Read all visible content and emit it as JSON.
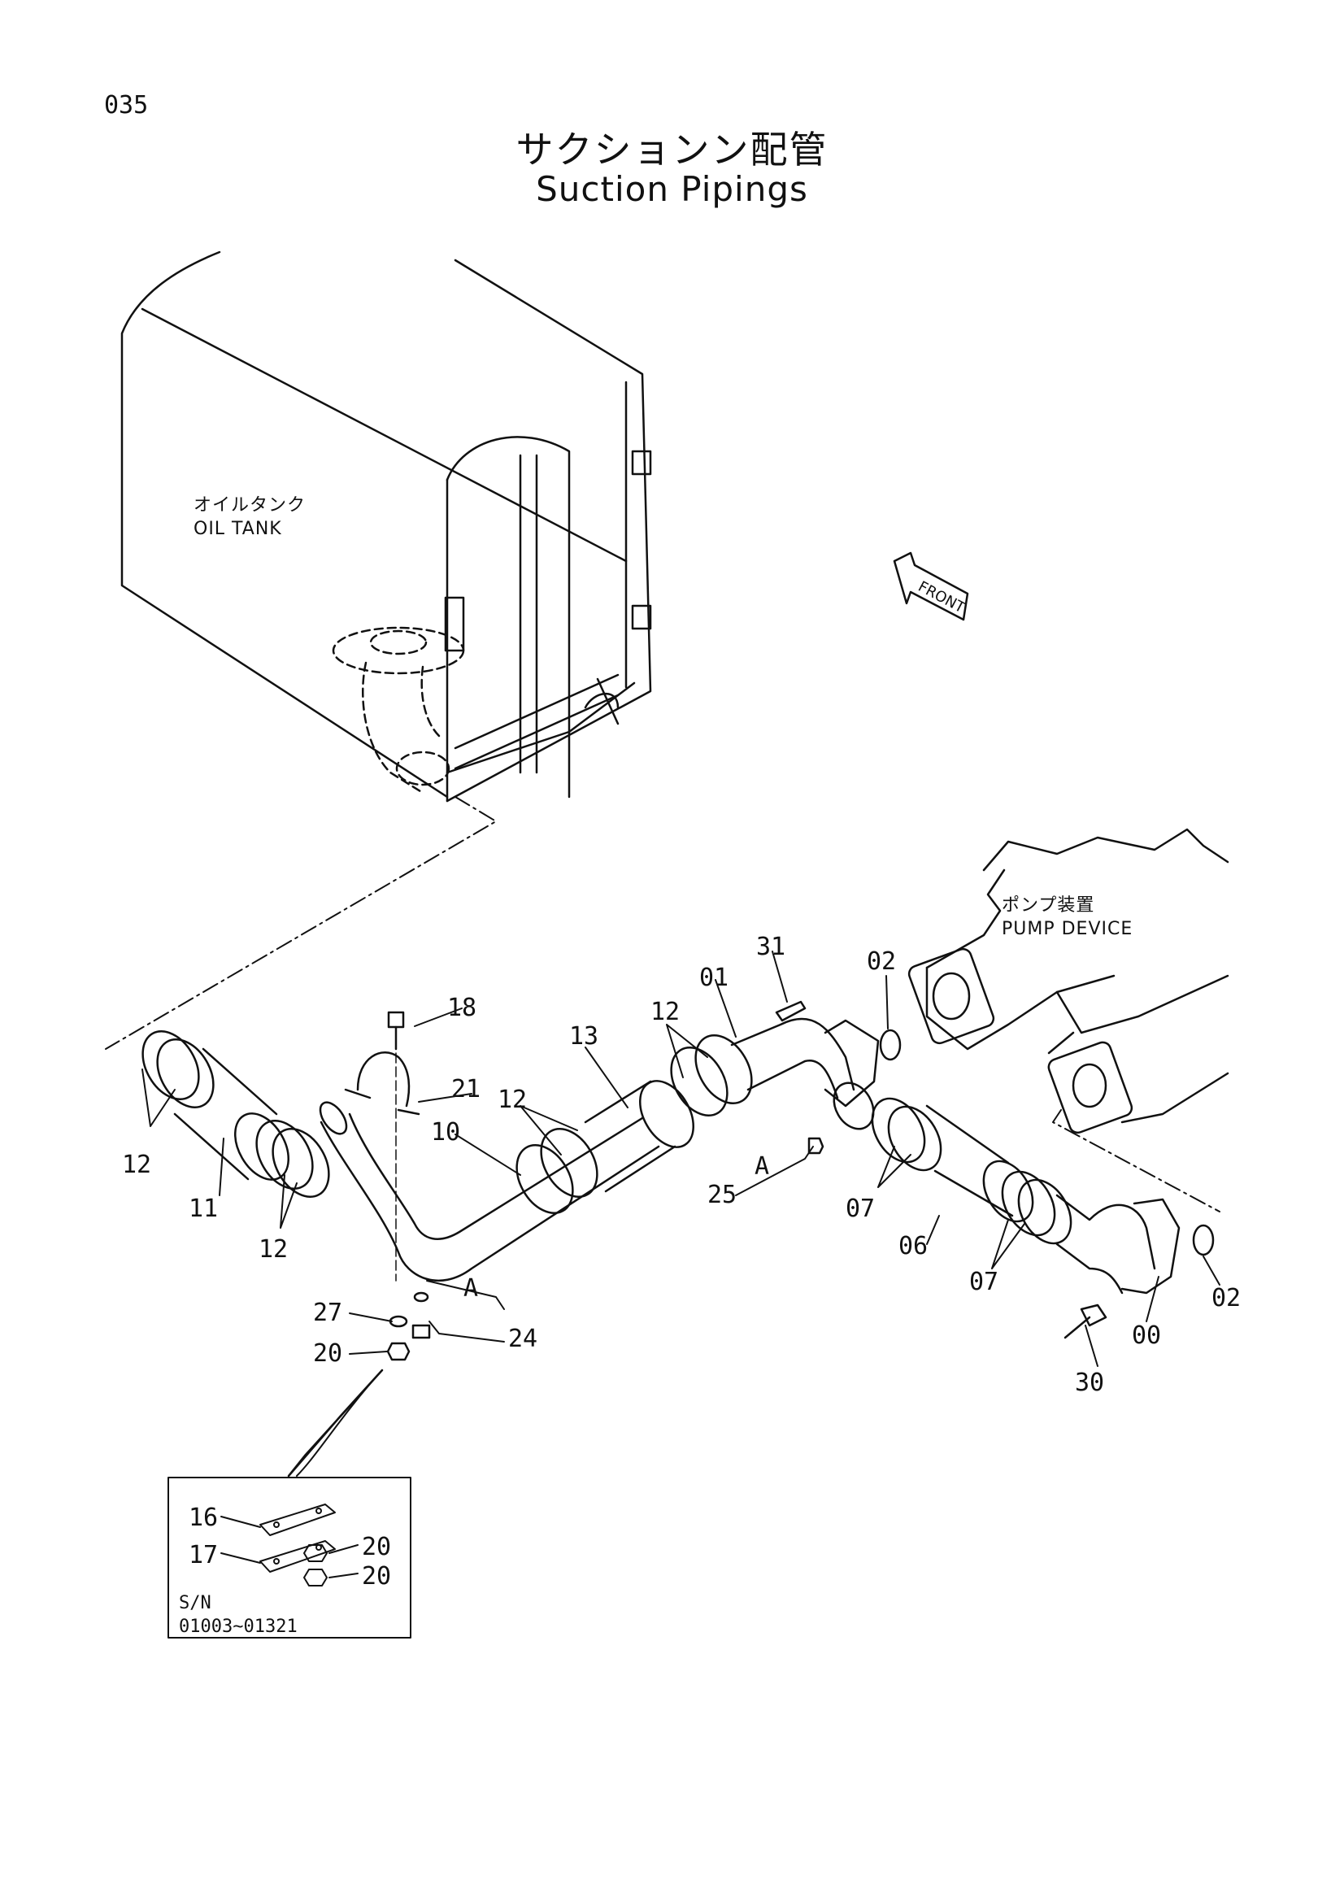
{
  "page_number": "035",
  "title_jp": "サクションン配管",
  "title_en": "Suction Pipings",
  "areas": {
    "oil_tank": {
      "jp": "オイルタンク",
      "en": "OIL TANK"
    },
    "pump_device": {
      "jp": "ポンプ装置",
      "en": "PUMP DEVICE"
    }
  },
  "front_marker": "FRONT",
  "inset": {
    "serial_label": "S/N",
    "serial_range": "01003~01321"
  },
  "callouts": {
    "c31": "31",
    "c02a": "02",
    "c01": "01",
    "c12a": "12",
    "c13": "13",
    "c18": "18",
    "c21": "21",
    "c12b": "12",
    "c10": "10",
    "c12c": "12",
    "c11": "11",
    "c12d": "12",
    "cA1": "A",
    "c25": "25",
    "c07a": "07",
    "c06": "06",
    "c07b": "07",
    "c02b": "02",
    "c00": "00",
    "c30": "30",
    "cA2": "A",
    "c27": "27",
    "c24": "24",
    "c20": "20",
    "c16": "16",
    "c17": "17",
    "c20b": "20",
    "c20c": "20"
  }
}
